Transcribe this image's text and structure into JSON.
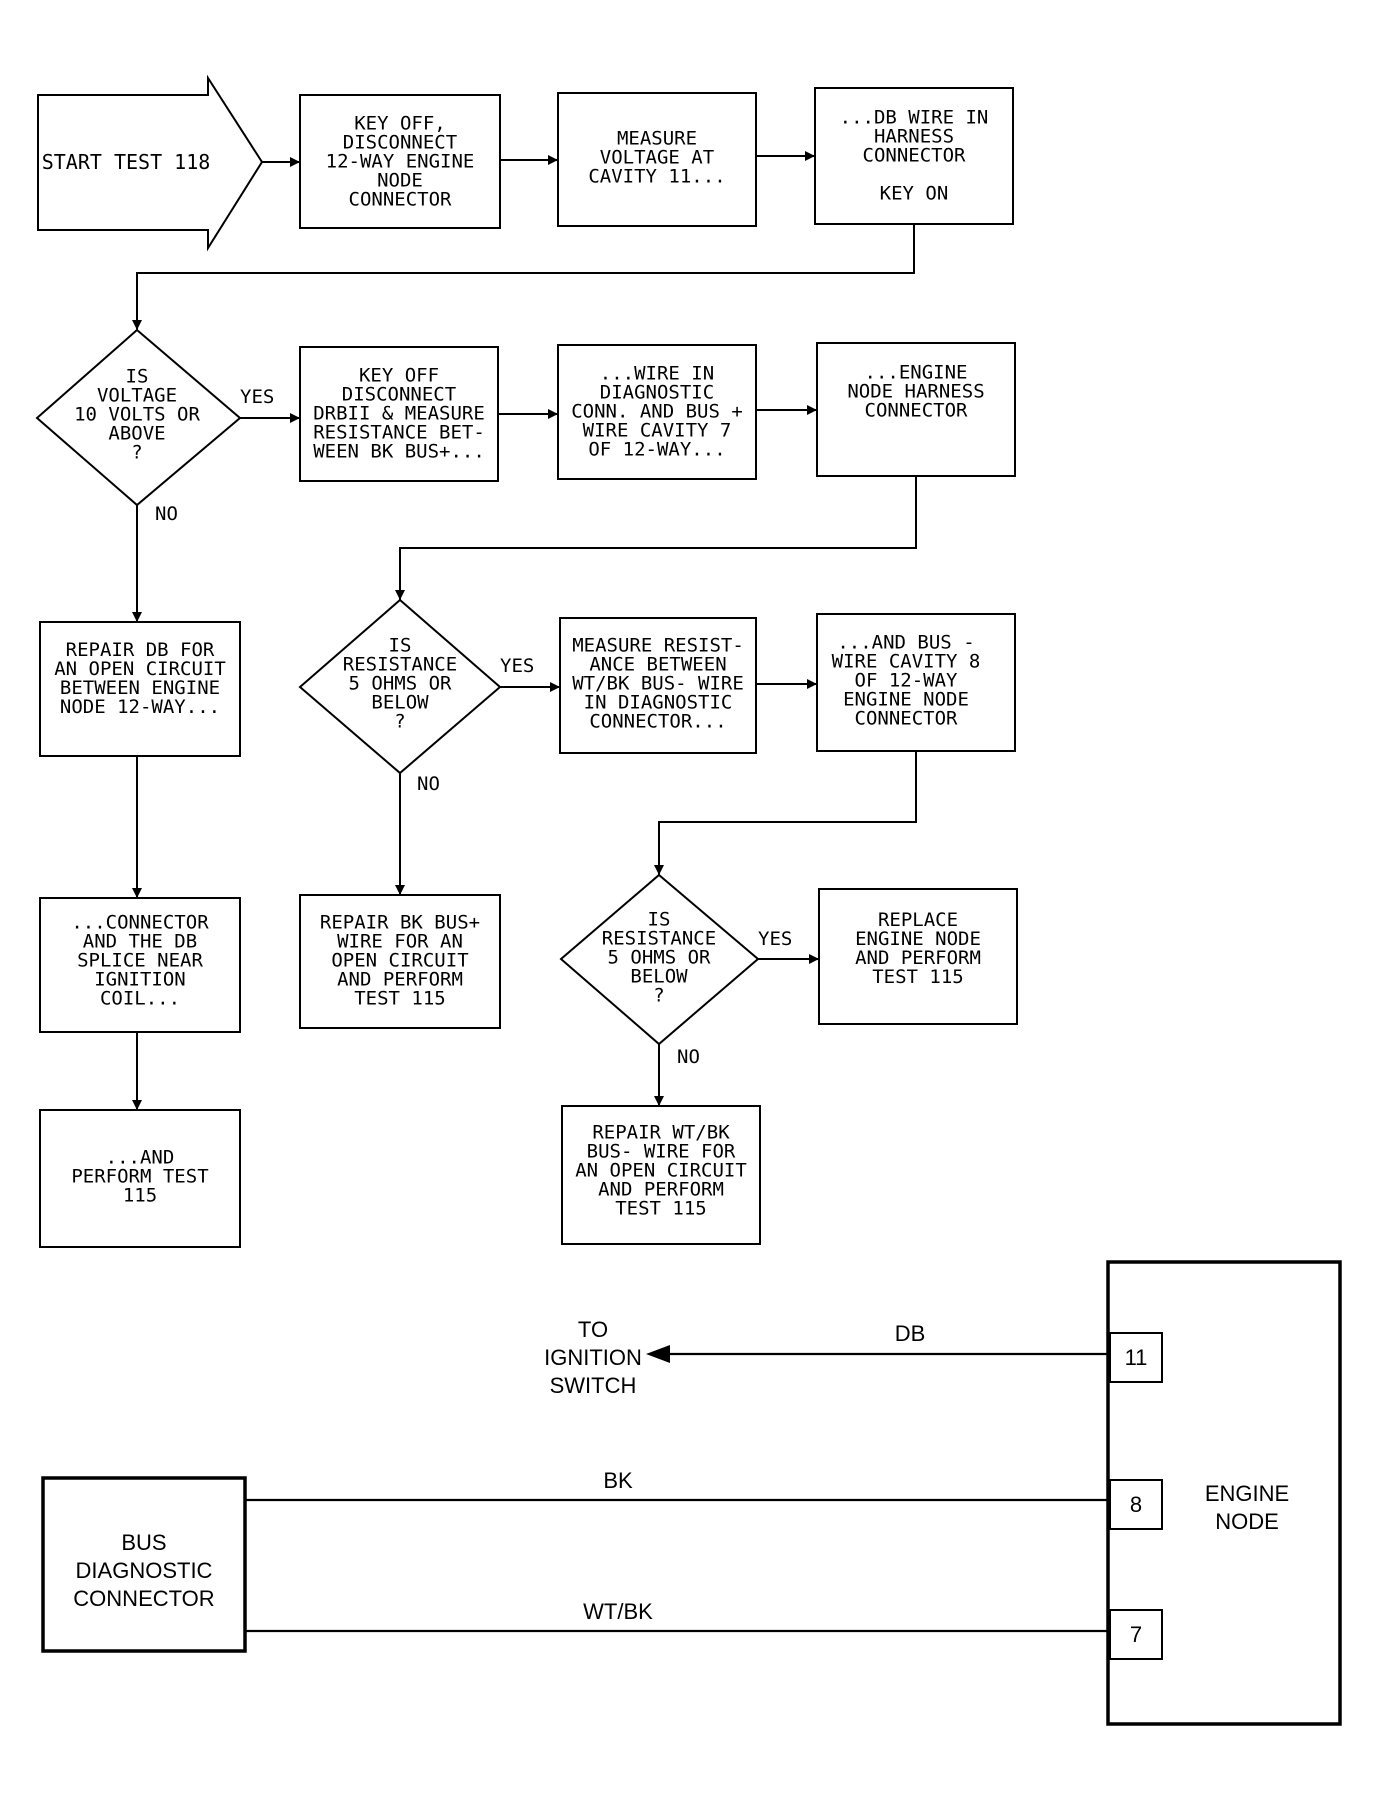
{
  "flowchart": {
    "start": "START TEST 118",
    "steps": {
      "s1": [
        "KEY OFF,",
        "DISCONNECT",
        "12-WAY ENGINE",
        "NODE",
        "CONNECTOR"
      ],
      "s2": [
        "MEASURE",
        "VOLTAGE AT",
        "CAVITY 11..."
      ],
      "s3": [
        "...DB WIRE IN",
        "HARNESS",
        "CONNECTOR",
        "",
        "KEY ON"
      ],
      "d1": [
        "IS",
        "VOLTAGE",
        "10 VOLTS OR",
        "ABOVE",
        "?"
      ],
      "s4": [
        "KEY OFF",
        "DISCONNECT",
        "DRBII & MEASURE",
        "RESISTANCE BET-",
        "WEEN BK BUS+..."
      ],
      "s5": [
        "...WIRE IN",
        "DIAGNOSTIC",
        "CONN. AND BUS +",
        "WIRE CAVITY 7",
        "OF 12-WAY..."
      ],
      "s6": [
        "...ENGINE",
        "NODE HARNESS",
        "CONNECTOR"
      ],
      "s7": [
        "REPAIR DB FOR",
        "AN OPEN CIRCUIT",
        "BETWEEN ENGINE",
        "NODE 12-WAY..."
      ],
      "d2": [
        "IS",
        "RESISTANCE",
        "5 OHMS OR",
        "BELOW",
        "?"
      ],
      "s8": [
        "MEASURE RESIST-",
        "ANCE BETWEEN",
        "WT/BK BUS- WIRE",
        "IN DIAGNOSTIC",
        "CONNECTOR..."
      ],
      "s9": [
        "...AND BUS -",
        "WIRE CAVITY 8",
        "OF 12-WAY",
        "ENGINE NODE",
        "CONNECTOR"
      ],
      "s10": [
        "...CONNECTOR",
        "AND THE DB",
        "SPLICE NEAR",
        "IGNITION",
        "COIL..."
      ],
      "s11": [
        "REPAIR BK BUS+",
        "WIRE FOR AN",
        "OPEN CIRCUIT",
        "AND PERFORM",
        "TEST 115"
      ],
      "d3": [
        "IS",
        "RESISTANCE",
        "5 OHMS OR",
        "BELOW",
        "?"
      ],
      "s12": [
        "REPLACE",
        "ENGINE NODE",
        "AND PERFORM",
        "TEST 115"
      ],
      "s13": [
        "...AND",
        "PERFORM TEST",
        "115"
      ],
      "s14": [
        "REPAIR WT/BK",
        "BUS- WIRE FOR",
        "AN OPEN CIRCUIT",
        "AND PERFORM",
        "TEST 115"
      ]
    },
    "yes_label": "YES",
    "no_label": "NO"
  },
  "wiring": {
    "ignition_label": [
      "TO",
      "IGNITION",
      "SWITCH"
    ],
    "connector_label": [
      "BUS",
      "DIAGNOSTIC",
      "CONNECTOR"
    ],
    "node_label": [
      "ENGINE",
      "NODE"
    ],
    "wires": [
      {
        "color": "DB",
        "pin": "11"
      },
      {
        "color": "BK",
        "pin": "8"
      },
      {
        "color": "WT/BK",
        "pin": "7"
      }
    ]
  }
}
